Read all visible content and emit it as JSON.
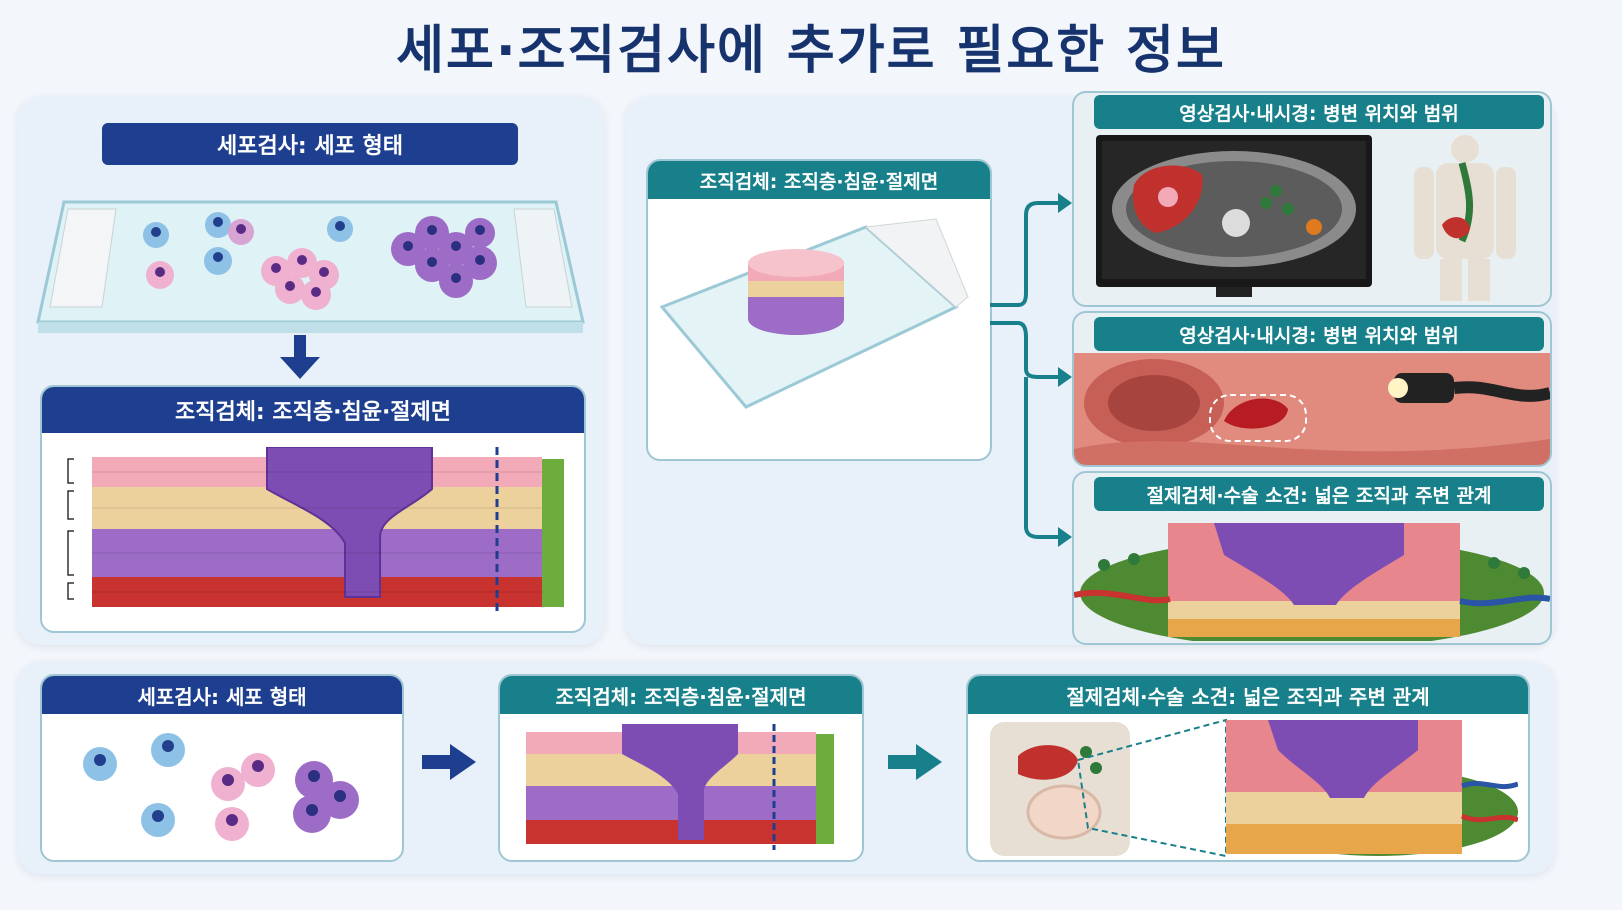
{
  "title": "세포·조직검사에 추가로 필요한 정보",
  "top_left": {
    "cytology_label": "세포검사: 세포 형태",
    "biopsy_label": "조직검체: 조직층·침윤·절제면"
  },
  "top_right": {
    "biopsy_label": "조직검체: 조직층·침윤·절제면",
    "imaging_label_1": "영상검사·내시경: 병변 위치와 범위",
    "imaging_label_2": "영상검사·내시경: 병변 위치와 범위",
    "resection_label": "절제검체·수술 소견: 넓은 조직과 주변 관계"
  },
  "bottom": {
    "cytology_label": "세포검사: 세포 형태",
    "biopsy_label": "조직검체: 조직층·침윤·절제면",
    "resection_label": "절제검체·수술 소견: 넓은 조직과 주변 관계"
  },
  "colors": {
    "navy": "#1e3f8f",
    "teal": "#17808a",
    "pink_layer": "#f2a9b8",
    "beige_layer": "#ecd19c",
    "purple_layer": "#9d6cc6",
    "red_layer": "#c8322f",
    "tumor": "#7e4db3",
    "green_margin": "#6cad3d"
  }
}
